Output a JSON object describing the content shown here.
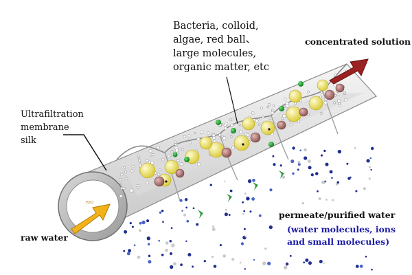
{
  "labels": {
    "contaminants": [
      "Bacteria, colloid,",
      "algae, red ball、",
      "large molecules,",
      "organic matter, etc"
    ],
    "concentrated_solution": "concentrated solution",
    "membrane": [
      "Ultrafiltration",
      "membrane",
      "silk"
    ],
    "raw_water": "raw water",
    "permeate": "permeate/purified water",
    "permeate_detail": [
      "(water molecules, ions",
      "and small molecules)"
    ]
  },
  "colors": {
    "tube_wall": "#e6e6e6",
    "tube_edge": "#8a8a8a",
    "contaminant_yellow": "#ede46a",
    "contaminant_red": "#a86c6c",
    "contaminant_green": "#1f9a2a",
    "concentrate_arrow": "#9b2222",
    "raw_water_arrow": "#f2b31a",
    "permeate_text": "#1a1aa8",
    "molecule_blue": "#1f2f8f"
  }
}
